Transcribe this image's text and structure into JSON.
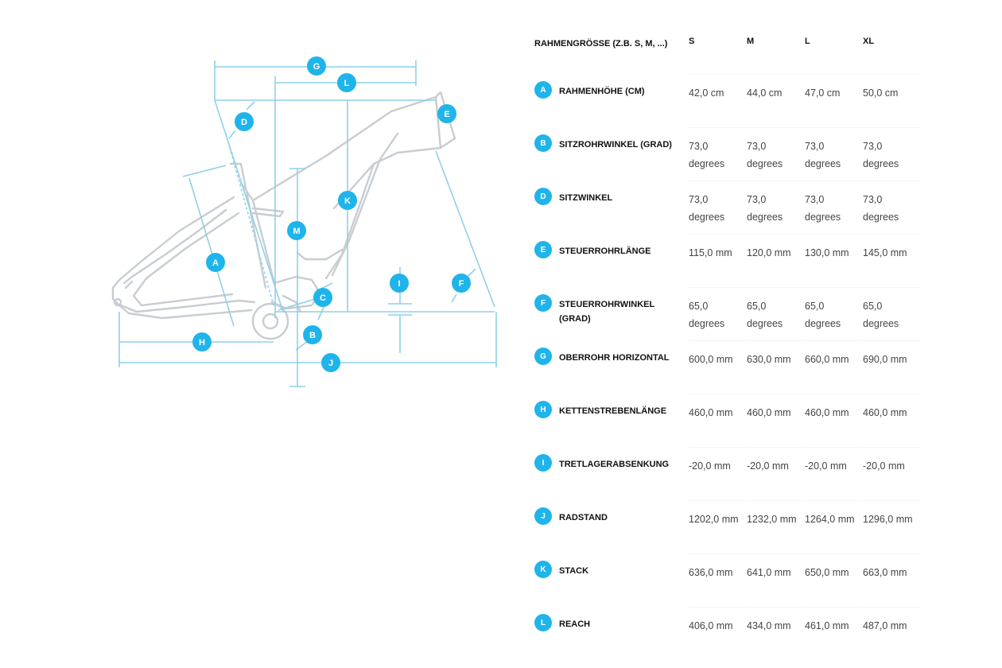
{
  "table": {
    "header": {
      "label": "RAHMENGRÖSSE (Z.B. S, M, ...)",
      "sizes": [
        "S",
        "M",
        "L",
        "XL"
      ]
    },
    "rows": [
      {
        "badge": "A",
        "label": "RAHMENHÖHE (CM)",
        "values": [
          "42,0 cm",
          "44,0 cm",
          "47,0 cm",
          "50,0 cm"
        ]
      },
      {
        "badge": "B",
        "label": "SITZROHRWINKEL (GRAD)",
        "values": [
          "73,0 degrees",
          "73,0 degrees",
          "73,0 degrees",
          "73,0 degrees"
        ]
      },
      {
        "badge": "D",
        "label": "SITZWINKEL",
        "values": [
          "73,0 degrees",
          "73,0 degrees",
          "73,0 degrees",
          "73,0 degrees"
        ]
      },
      {
        "badge": "E",
        "label": "STEUERROHRLÄNGE",
        "values": [
          "115,0 mm",
          "120,0 mm",
          "130,0 mm",
          "145,0 mm"
        ]
      },
      {
        "badge": "F",
        "label": "STEUERROHRWINKEL (GRAD)",
        "values": [
          "65,0 degrees",
          "65,0 degrees",
          "65,0 degrees",
          "65,0 degrees"
        ]
      },
      {
        "badge": "G",
        "label": "OBERROHR HORIZONTAL",
        "values": [
          "600,0 mm",
          "630,0 mm",
          "660,0 mm",
          "690,0 mm"
        ]
      },
      {
        "badge": "H",
        "label": "KETTENSTREBENLÄNGE",
        "values": [
          "460,0 mm",
          "460,0 mm",
          "460,0 mm",
          "460,0 mm"
        ]
      },
      {
        "badge": "I",
        "label": "TRETLAGERABSENKUNG",
        "values": [
          "-20,0 mm",
          "-20,0 mm",
          "-20,0 mm",
          "-20,0 mm"
        ]
      },
      {
        "badge": "J",
        "label": "RADSTAND",
        "values": [
          "1202,0 mm",
          "1232,0 mm",
          "1264,0 mm",
          "1296,0 mm"
        ]
      },
      {
        "badge": "K",
        "label": "STACK",
        "values": [
          "636,0 mm",
          "641,0 mm",
          "650,0 mm",
          "663,0 mm"
        ]
      },
      {
        "badge": "L",
        "label": "REACH",
        "values": [
          "406,0 mm",
          "434,0 mm",
          "461,0 mm",
          "487,0 mm"
        ]
      }
    ]
  },
  "diagram": {
    "badges": [
      "G",
      "L",
      "E",
      "D",
      "K",
      "M",
      "A",
      "C",
      "I",
      "F",
      "B",
      "H",
      "J"
    ]
  },
  "colors": {
    "accent": "#1fb4ea",
    "frame": "#c8cdd1",
    "dimension": "#8fd0e8"
  }
}
